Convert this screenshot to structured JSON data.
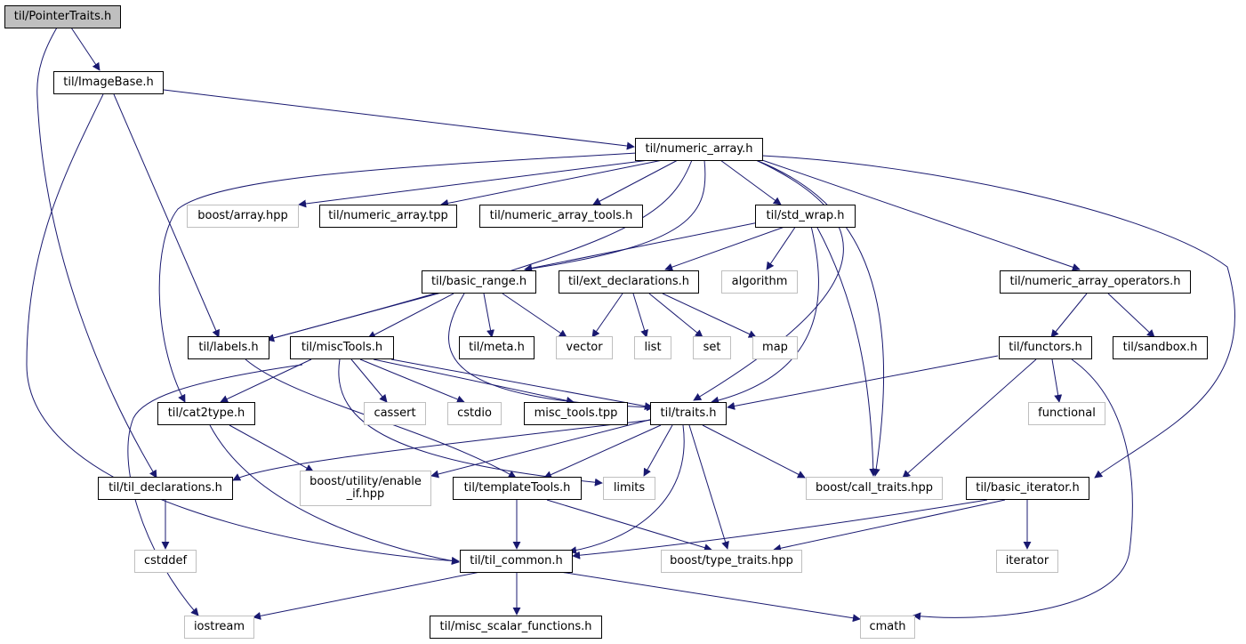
{
  "colors": {
    "edge": "#191970",
    "local_border": "#000000",
    "system_border": "#bfbfbf",
    "root_fill": "#bfbfbf"
  },
  "nodes": {
    "pointer_traits": "til/PointerTraits.h",
    "image_base": "til/ImageBase.h",
    "numeric_array": "til/numeric_array.h",
    "boost_array": "boost/array.hpp",
    "numeric_array_tpp": "til/numeric_array.tpp",
    "numeric_array_tools": "til/numeric_array_tools.h",
    "std_wrap": "til/std_wrap.h",
    "basic_range": "til/basic_range.h",
    "ext_declarations": "til/ext_declarations.h",
    "algorithm": "algorithm",
    "numeric_array_operators": "til/numeric_array_operators.h",
    "labels": "til/labels.h",
    "misc_tools": "til/miscTools.h",
    "meta": "til/meta.h",
    "vector": "vector",
    "list": "list",
    "set": "set",
    "map": "map",
    "functors": "til/functors.h",
    "sandbox": "til/sandbox.h",
    "cat2type": "til/cat2type.h",
    "cassert": "cassert",
    "cstdio": "cstdio",
    "misc_tools_tpp": "misc_tools.tpp",
    "traits": "til/traits.h",
    "functional": "functional",
    "til_declarations": "til/til_declarations.h",
    "enable_if": "boost/utility/enable\n_if.hpp",
    "template_tools": "til/templateTools.h",
    "limits": "limits",
    "call_traits": "boost/call_traits.hpp",
    "basic_iterator": "til/basic_iterator.h",
    "cstddef": "cstddef",
    "til_common": "til/til_common.h",
    "type_traits": "boost/type_traits.hpp",
    "iterator": "iterator",
    "iostream": "iostream",
    "misc_scalar_functions": "til/misc_scalar_functions.h",
    "cmath": "cmath"
  }
}
